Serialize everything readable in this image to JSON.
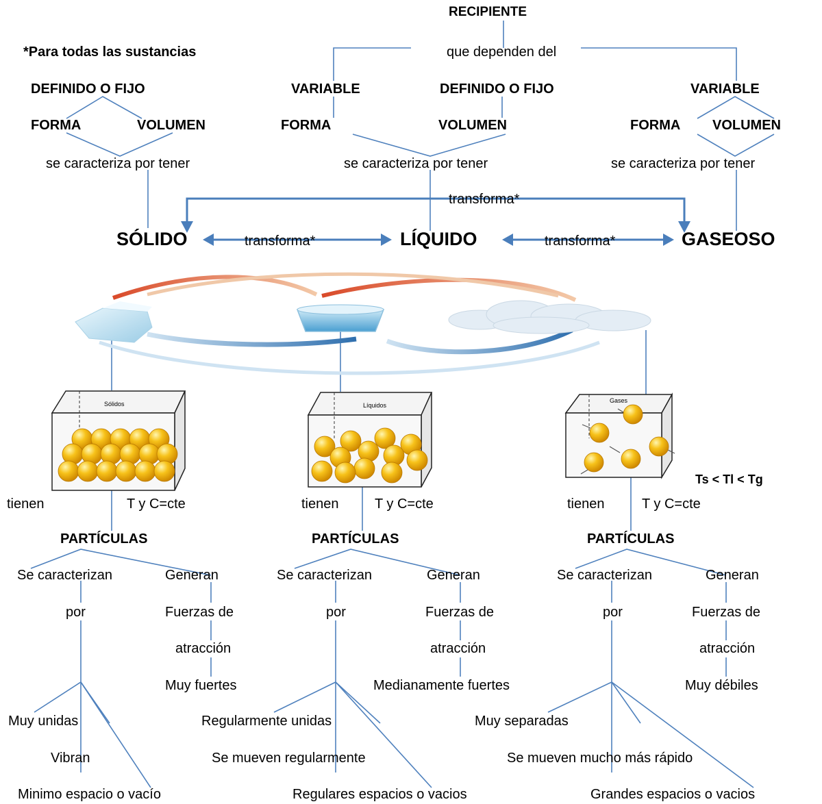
{
  "header": {
    "recipiente": "RECIPIENTE",
    "note": "*Para todas las sustancias",
    "depend": "que dependen del"
  },
  "solid": {
    "fixed": "DEFINIDO O FIJO",
    "forma": "FORMA",
    "volumen": "VOLUMEN",
    "caracteriza": "se caracteriza por tener",
    "name": "SÓLIDO",
    "box_label": "Sólidos",
    "tienen": "tienen",
    "tc": "T y C=cte",
    "particulas": "PARTÍCULAS",
    "se_caracterizan": "Se caracterizan",
    "por": "por",
    "generan": "Generan",
    "fuerzas": "Fuerzas de",
    "atraccion": "atracción",
    "force": "Muy fuertes",
    "c1": "Muy unidas",
    "c2": "Vibran",
    "c3": "Minimo espacio o vacío"
  },
  "liquid": {
    "variable": "VARIABLE",
    "fixed": "DEFINIDO O FIJO",
    "forma": "FORMA",
    "volumen": "VOLUMEN",
    "caracteriza": "se caracteriza por tener",
    "name": "LÍQUIDO",
    "box_label": "Líquidos",
    "tienen": "tienen",
    "tc": "T y C=cte",
    "particulas": "PARTÍCULAS",
    "se_caracterizan": "Se caracterizan",
    "por": "por",
    "generan": "Generan",
    "fuerzas": "Fuerzas de",
    "atraccion": "atracción",
    "force": "Medianamente fuertes",
    "c1": "Regularmente unidas",
    "c2": "Se mueven regularmente",
    "c3": "Regulares espacios o vacios"
  },
  "gas": {
    "variable": "VARIABLE",
    "forma": "FORMA",
    "volumen": "VOLUMEN",
    "caracteriza": "se caracteriza por tener",
    "name": "GASEOSO",
    "box_label": "Gases",
    "tienen": "tienen",
    "tc": "T y C=cte",
    "temps": "Ts < Tl < Tg",
    "particulas": "PARTÍCULAS",
    "se_caracterizan": "Se caracterizan",
    "por": "por",
    "generan": "Generan",
    "fuerzas": "Fuerzas de",
    "atraccion": "atracción",
    "force": "Muy débiles",
    "c1": "Muy separadas",
    "c2": "Se mueven mucho más rápido",
    "c3": "Grandes espacios o vacios"
  },
  "transforms": {
    "top": "transforma*",
    "left": "transforma*",
    "right": "transforma*"
  },
  "colors": {
    "line": "#4f81bd",
    "arrow": "#4a7ebb",
    "sphere": "#f5b800",
    "heat_arrow": "#e0603a",
    "cool_arrow": "#3e7fb8",
    "ice": "#bfe0f0",
    "water": "#6fb6dd",
    "cloud": "#e2ecf4"
  }
}
